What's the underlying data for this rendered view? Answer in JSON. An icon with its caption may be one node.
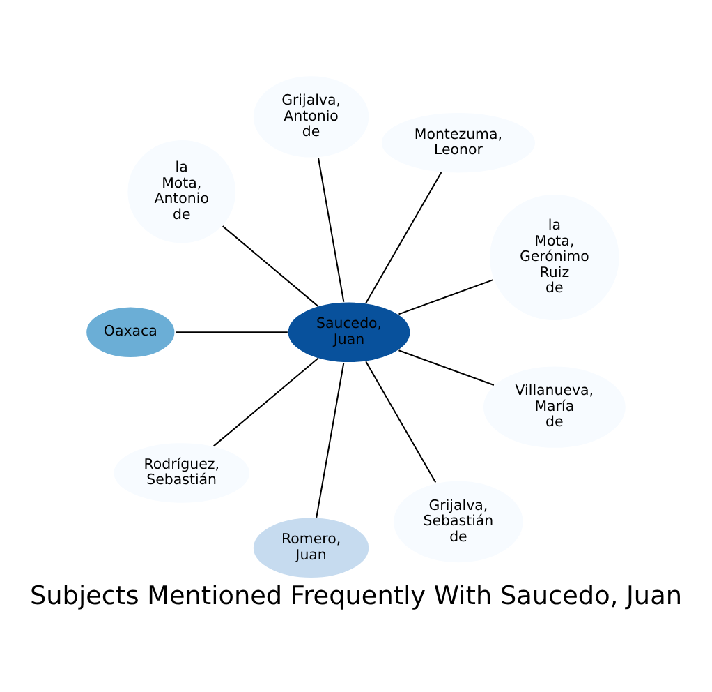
{
  "diagram": {
    "title": "Subjects Mentioned Frequently With Saucedo, Juan",
    "nodes": [
      {
        "text": [
          "la Mota, Gerónimo Ruiz de"
        ]
      },
      {
        "text": [
          "Montezuma, Leonor"
        ]
      },
      {
        "text": [
          "Grijalva, Antonio de"
        ]
      },
      {
        "text": [
          "la Mota, Antonio de"
        ]
      },
      {
        "text": [
          "Oaxaca"
        ]
      },
      {
        "text": [
          "Saucedo, Juan"
        ]
      },
      {
        "text": [
          "Rodríguez, Sebastián"
        ]
      },
      {
        "text": [
          "Romero, Juan"
        ]
      },
      {
        "text": [
          "Grijalva, Sebastián de"
        ]
      },
      {
        "text": [
          "Villanueva, María de"
        ]
      }
    ],
    "edges": [
      {
        "from": 5,
        "to": 0,
        "arrow": "none"
      },
      {
        "from": 5,
        "to": 1,
        "arrow": "none"
      },
      {
        "from": 5,
        "to": 2,
        "arrow": "none"
      },
      {
        "from": 5,
        "to": 3,
        "arrow": "none"
      },
      {
        "from": 5,
        "to": 4,
        "arrow": "none"
      },
      {
        "from": 5,
        "to": 6,
        "arrow": "none"
      },
      {
        "from": 5,
        "to": 7,
        "arrow": "none"
      },
      {
        "from": 5,
        "to": 8,
        "arrow": "none"
      },
      {
        "from": 5,
        "to": 9,
        "arrow": "none"
      }
    ]
  }
}
